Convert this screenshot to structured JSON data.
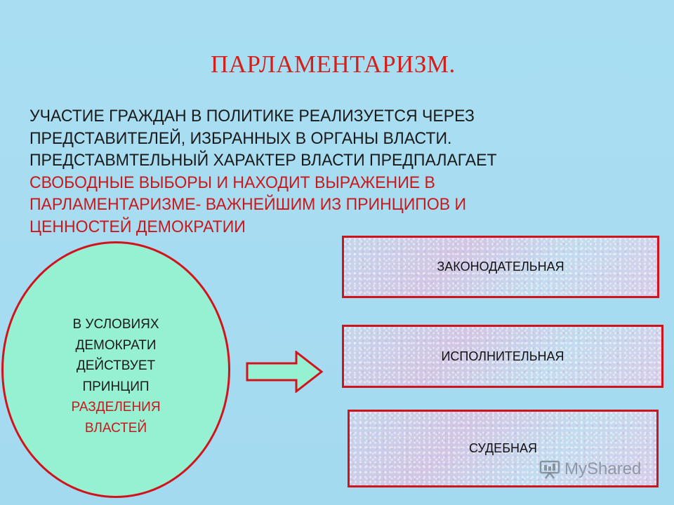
{
  "slide": {
    "title": "ПАРЛАМЕНТАРИЗМ.",
    "paragraph": [
      {
        "text": "УЧАСТИЕ ГРАЖДАН В  ПОЛИТИКЕ РЕАЛИЗУЕТСЯ ЧЕРЕЗ",
        "emphasis": false
      },
      {
        "text": "ПРЕДСТАВИТЕЛЕЙ, ИЗБРАННЫХ В ОРГАНЫ ВЛАСТИ.",
        "emphasis": false
      },
      {
        "text": "ПРЕДСТАВМТЕЛЬНЫЙ  ХАРАКТЕР ВЛАСТИ ПРЕДПАЛАГАЕТ",
        "emphasis": false
      },
      {
        "text": "СВОБОДНЫЕ  ВЫБОРЫ И НАХОДИТ ВЫРАЖЕНИЕ В",
        "emphasis": true
      },
      {
        "text": "ПАРЛАМЕНТАРИЗМЕ- ВАЖНЕЙШИМ ИЗ  ПРИНЦИПОВ И",
        "emphasis": true
      },
      {
        "text": "ЦЕННОСТЕЙ  ДЕМОКРАТИИ",
        "emphasis": true
      }
    ],
    "ellipse": {
      "lines": [
        "В УСЛОВИЯХ",
        "ДЕМОКРАТИ",
        "ДЕЙСТВУЕТ",
        "ПРИНЦИП"
      ],
      "emphasis_lines": [
        "РАЗДЕЛЕНИЯ",
        "ВЛАСТЕЙ"
      ]
    },
    "branches": [
      "ЗАКОНОДАТЕЛЬНАЯ",
      "ИСПОЛНИТЕЛЬНАЯ",
      "СУДЕБНАЯ"
    ],
    "watermark": {
      "text": "MyShared",
      "icon": "presentation-board-icon"
    },
    "colors": {
      "background": "#a6dcf0",
      "accent_red": "#d1141c",
      "ellipse_fill": "#96f0d2",
      "arrow_fill": "#96f0d2"
    }
  }
}
